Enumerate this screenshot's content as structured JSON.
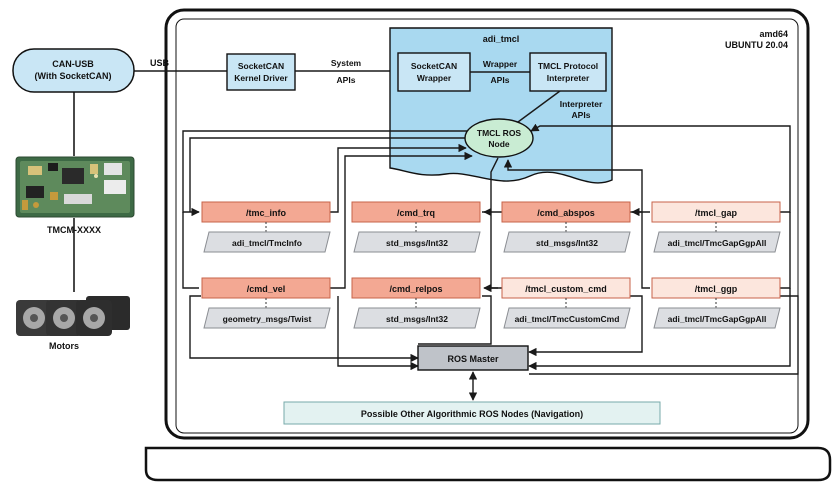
{
  "left": {
    "canusb": [
      "CAN-USB",
      "(With SocketCAN)"
    ],
    "board_label": "TMCM-XXXX",
    "motors_label": "Motors",
    "usb_label": "USB"
  },
  "host": {
    "arch": "amd64",
    "os": "UBUNTU 20.04"
  },
  "kernel_driver": [
    "SocketCAN",
    "Kernel Driver"
  ],
  "system_apis": [
    "System",
    "APIs"
  ],
  "pkg": {
    "title": "adi_tmcl",
    "wrapper": [
      "SocketCAN",
      "Wrapper"
    ],
    "wrapper_apis": [
      "Wrapper",
      "APIs"
    ],
    "interpreter": [
      "TMCL Protocol",
      "Interpreter"
    ],
    "interpreter_apis": [
      "Interpreter",
      "APIs"
    ],
    "node": [
      "TMCL ROS",
      "Node"
    ]
  },
  "topics": [
    {
      "name": "/tmc_info",
      "type": "adi_tmcl/TmcInfo",
      "style": "pub"
    },
    {
      "name": "/cmd_trq",
      "type": "std_msgs/Int32",
      "style": "sub"
    },
    {
      "name": "/cmd_abspos",
      "type": "std_msgs/Int32",
      "style": "sub"
    },
    {
      "name": "/tmcl_gap",
      "type": "adi_tmcl/TmcGapGgpAll",
      "style": "srv"
    },
    {
      "name": "/cmd_vel",
      "type": "geometry_msgs/Twist",
      "style": "sub"
    },
    {
      "name": "/cmd_relpos",
      "type": "std_msgs/Int32",
      "style": "sub"
    },
    {
      "name": "/tmcl_custom_cmd",
      "type": "adi_tmcl/TmcCustomCmd",
      "style": "srv"
    },
    {
      "name": "/tmcl_ggp",
      "type": "adi_tmcl/TmcGapGgpAll",
      "style": "srv"
    }
  ],
  "ros_master": "ROS Master",
  "other_nodes": "Possible Other Algorithmic ROS Nodes (Navigation)",
  "colors": {
    "light_blue": "#c9e6f5",
    "package_blue": "#a9d9f0",
    "node_green": "#c9ecd3",
    "topic_salmon": "#f3a893",
    "topic_light": "#fce6dd",
    "msg_gray": "#dcdee2",
    "master_gray": "#bfc3c9",
    "other_nodes": "#e3f2f1",
    "line": "#1a1a1a"
  }
}
